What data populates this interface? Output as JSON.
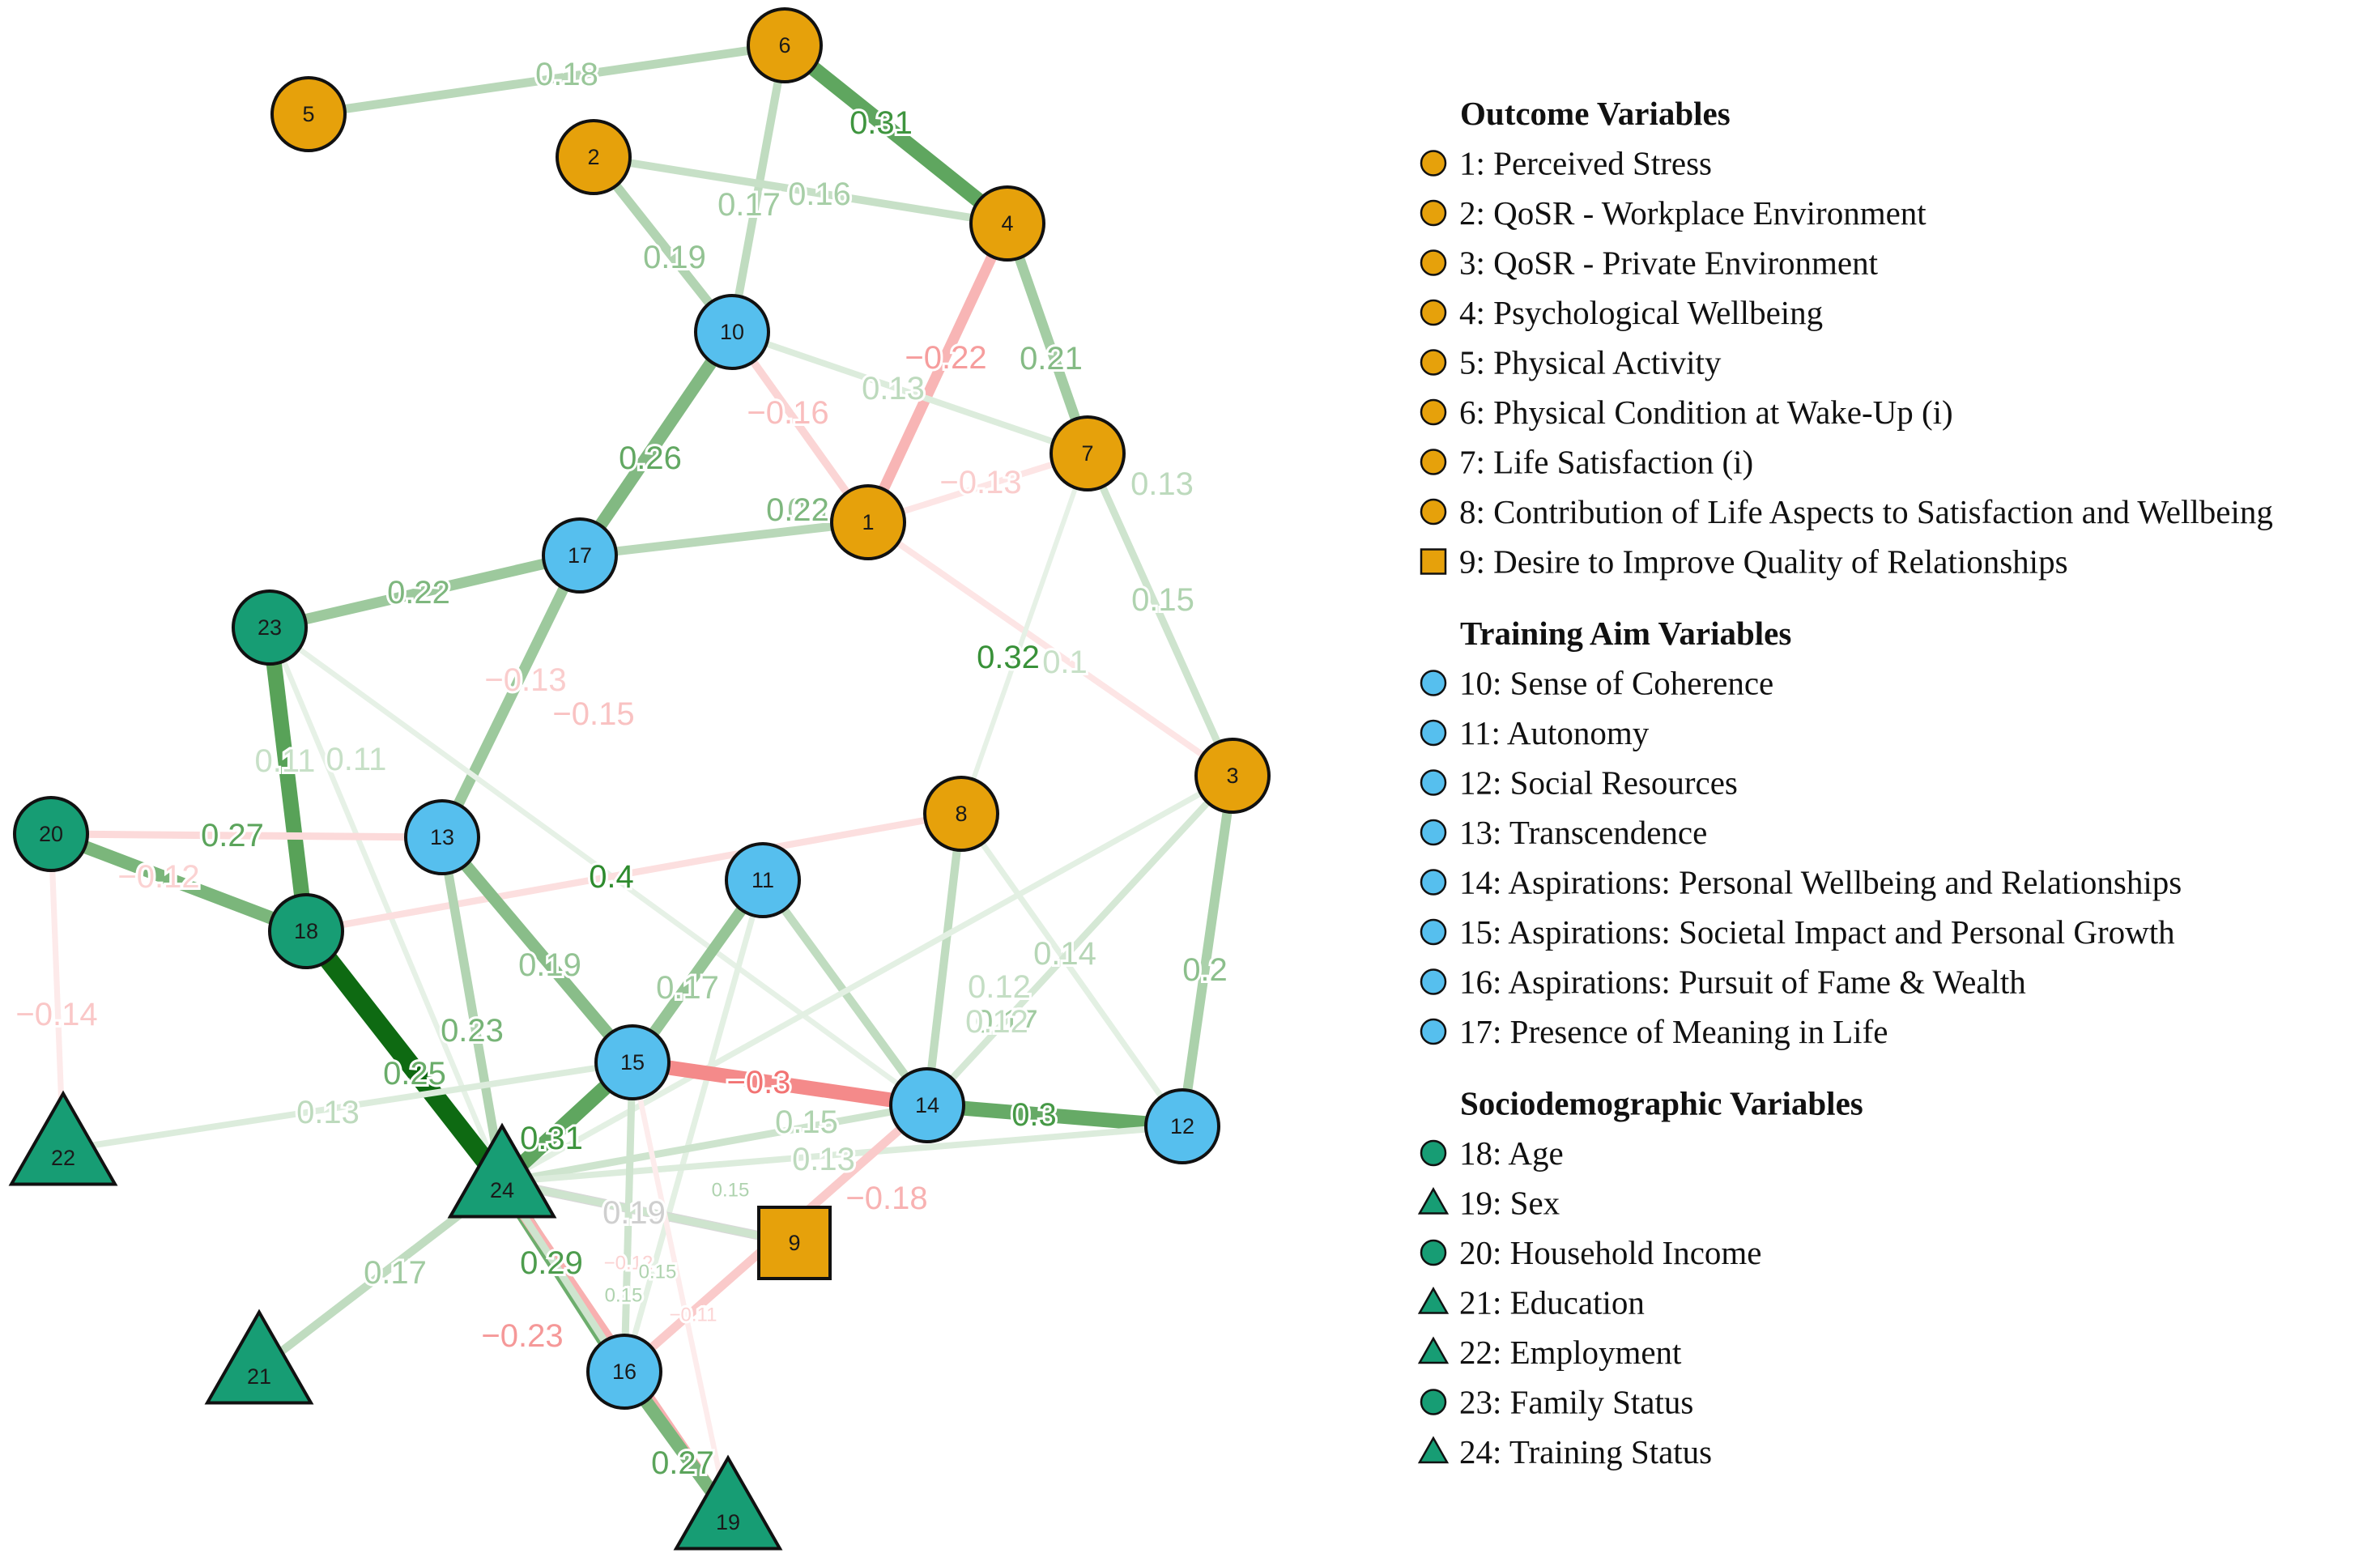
{
  "colors": {
    "outcome": "#E6A10B",
    "training": "#56BFEE",
    "socio": "#179D74",
    "positive": "#2E8B2E",
    "negative": "#F06060"
  },
  "nodes": [
    {
      "id": "1",
      "group": "outcome",
      "shape": "circle"
    },
    {
      "id": "2",
      "group": "outcome",
      "shape": "circle"
    },
    {
      "id": "3",
      "group": "outcome",
      "shape": "circle"
    },
    {
      "id": "4",
      "group": "outcome",
      "shape": "circle"
    },
    {
      "id": "5",
      "group": "outcome",
      "shape": "circle"
    },
    {
      "id": "6",
      "group": "outcome",
      "shape": "circle"
    },
    {
      "id": "7",
      "group": "outcome",
      "shape": "circle"
    },
    {
      "id": "8",
      "group": "outcome",
      "shape": "circle"
    },
    {
      "id": "9",
      "group": "outcome",
      "shape": "square"
    },
    {
      "id": "10",
      "group": "training",
      "shape": "circle"
    },
    {
      "id": "11",
      "group": "training",
      "shape": "circle"
    },
    {
      "id": "12",
      "group": "training",
      "shape": "circle"
    },
    {
      "id": "13",
      "group": "training",
      "shape": "circle"
    },
    {
      "id": "14",
      "group": "training",
      "shape": "circle"
    },
    {
      "id": "15",
      "group": "training",
      "shape": "circle"
    },
    {
      "id": "16",
      "group": "training",
      "shape": "circle"
    },
    {
      "id": "17",
      "group": "training",
      "shape": "circle"
    },
    {
      "id": "18",
      "group": "socio",
      "shape": "circle"
    },
    {
      "id": "19",
      "group": "socio",
      "shape": "triangle"
    },
    {
      "id": "20",
      "group": "socio",
      "shape": "circle"
    },
    {
      "id": "21",
      "group": "socio",
      "shape": "triangle"
    },
    {
      "id": "22",
      "group": "socio",
      "shape": "triangle"
    },
    {
      "id": "23",
      "group": "socio",
      "shape": "circle"
    },
    {
      "id": "24",
      "group": "socio",
      "shape": "triangle"
    }
  ],
  "edges": [
    {
      "from": "5",
      "to": "6",
      "weight": 0.18,
      "label": "0.18"
    },
    {
      "from": "6",
      "to": "4",
      "weight": 0.31,
      "label": "0.31"
    },
    {
      "from": "6",
      "to": "10",
      "weight": 0.17,
      "label": "0.17"
    },
    {
      "from": "2",
      "to": "4",
      "weight": 0.16,
      "label": "0.16"
    },
    {
      "from": "2",
      "to": "10",
      "weight": 0.19,
      "label": "0.19"
    },
    {
      "from": "4",
      "to": "1",
      "weight": -0.22,
      "label": "−0.22"
    },
    {
      "from": "4",
      "to": "7",
      "weight": 0.21,
      "label": "0.21"
    },
    {
      "from": "10",
      "to": "1",
      "weight": -0.16,
      "label": "−0.16"
    },
    {
      "from": "10",
      "to": "7",
      "weight": 0.13,
      "label": "0.13"
    },
    {
      "from": "10",
      "to": "17",
      "weight": 0.26,
      "label": "0.26"
    },
    {
      "from": "7",
      "to": "1",
      "weight": -0.13,
      "label": "−0.13"
    },
    {
      "from": "7",
      "to": "3",
      "weight": 0.13,
      "label": "0.13"
    },
    {
      "from": "7",
      "to": "3",
      "weight": 0.15,
      "label": "0.15"
    },
    {
      "from": "17",
      "to": "1",
      "weight": 0.18,
      "label": "0.1"
    },
    {
      "from": "17",
      "to": "23",
      "weight": 0.22,
      "label": "0.22"
    },
    {
      "from": "17",
      "to": "13",
      "weight": 0.22,
      "label": "0.22"
    },
    {
      "from": "1",
      "to": "3",
      "weight": -0.13,
      "label": "−0.13"
    },
    {
      "from": "7",
      "to": "8",
      "weight": 0.1,
      "label": "0.1"
    },
    {
      "from": "23",
      "to": "18",
      "weight": 0.32,
      "label": "0.32"
    },
    {
      "from": "23",
      "to": "24",
      "weight": 0.11,
      "label": "0.11"
    },
    {
      "from": "23",
      "to": "14",
      "weight": 0.11,
      "label": "0.11"
    },
    {
      "from": "20",
      "to": "13",
      "weight": -0.15,
      "label": "−0.15"
    },
    {
      "from": "20",
      "to": "18",
      "weight": 0.27,
      "label": "0.27"
    },
    {
      "from": "20",
      "to": "22",
      "weight": -0.12,
      "label": "−0.12"
    },
    {
      "from": "18",
      "to": "8",
      "weight": -0.14,
      "label": "−0.14"
    },
    {
      "from": "18",
      "to": "24",
      "weight": 0.4,
      "label": "0.4"
    },
    {
      "from": "13",
      "to": "15",
      "weight": 0.25,
      "label": "0.25"
    },
    {
      "from": "13",
      "to": "24",
      "weight": 0.19,
      "label": "0.19"
    },
    {
      "from": "11",
      "to": "15",
      "weight": 0.23,
      "label": "0.23"
    },
    {
      "from": "11",
      "to": "14",
      "weight": 0.17,
      "label": "0.17"
    },
    {
      "from": "11",
      "to": "16",
      "weight": 0.12,
      "label": ""
    },
    {
      "from": "8",
      "to": "14",
      "weight": 0.17,
      "label": "0.17"
    },
    {
      "from": "8",
      "to": "12",
      "weight": 0.12,
      "label": "0.12"
    },
    {
      "from": "3",
      "to": "14",
      "weight": 0.14,
      "label": "0.14"
    },
    {
      "from": "3",
      "to": "12",
      "weight": 0.2,
      "label": "0.2"
    },
    {
      "from": "3",
      "to": "24",
      "weight": 0.12,
      "label": "0.12"
    },
    {
      "from": "15",
      "to": "14",
      "weight": -0.3,
      "label": "−0.3"
    },
    {
      "from": "14",
      "to": "12",
      "weight": 0.3,
      "label": "0.3"
    },
    {
      "from": "15",
      "to": "24",
      "weight": 0.31,
      "label": "0.31"
    },
    {
      "from": "15",
      "to": "22",
      "weight": 0.13,
      "label": "0.13"
    },
    {
      "from": "14",
      "to": "24",
      "weight": 0.15,
      "label": "0.15"
    },
    {
      "from": "12",
      "to": "24",
      "weight": 0.13,
      "label": "0.13"
    },
    {
      "from": "14",
      "to": "16",
      "weight": -0.18,
      "label": "−0.18"
    },
    {
      "from": "24",
      "to": "9",
      "weight": 0.19,
      "label": "0.19",
      "neutral": true
    },
    {
      "from": "24",
      "to": "9",
      "weight": 0.15,
      "label": "0.15"
    },
    {
      "from": "24",
      "to": "16",
      "weight": 0.29,
      "label": "0.29"
    },
    {
      "from": "24",
      "to": "19",
      "weight": -0.23,
      "label": "−0.23"
    },
    {
      "from": "24",
      "to": "21",
      "weight": 0.17,
      "label": "0.17"
    },
    {
      "from": "16",
      "to": "19",
      "weight": 0.27,
      "label": "0.27"
    },
    {
      "from": "15",
      "to": "16",
      "weight": -0.12,
      "label": "−0.12"
    },
    {
      "from": "15",
      "to": "19",
      "weight": -0.11,
      "label": "−0.11"
    },
    {
      "from": "15",
      "to": "16",
      "weight": 0.15,
      "label": "0.15"
    },
    {
      "from": "24",
      "to": "16",
      "weight": 0.15,
      "label": "0.15"
    }
  ],
  "legend": {
    "sections": [
      {
        "heading": "Outcome Variables",
        "group": "outcome",
        "items": [
          {
            "shape": "circle",
            "text": "1: Perceived Stress"
          },
          {
            "shape": "circle",
            "text": "2: QoSR - Workplace Environment"
          },
          {
            "shape": "circle",
            "text": "3: QoSR - Private Environment"
          },
          {
            "shape": "circle",
            "text": "4: Psychological Wellbeing"
          },
          {
            "shape": "circle",
            "text": "5: Physical Activity"
          },
          {
            "shape": "circle",
            "text": "6: Physical Condition at Wake-Up (i)"
          },
          {
            "shape": "circle",
            "text": "7: Life Satisfaction (i)"
          },
          {
            "shape": "circle",
            "text": "8: Contribution of Life Aspects to Satisfaction and Wellbeing"
          },
          {
            "shape": "square",
            "text": "9: Desire to Improve Quality of Relationships"
          }
        ]
      },
      {
        "heading": "Training Aim Variables",
        "group": "training",
        "items": [
          {
            "shape": "circle",
            "text": "10: Sense of Coherence"
          },
          {
            "shape": "circle",
            "text": "11: Autonomy"
          },
          {
            "shape": "circle",
            "text": "12: Social Resources"
          },
          {
            "shape": "circle",
            "text": "13: Transcendence"
          },
          {
            "shape": "circle",
            "text": "14: Aspirations: Personal Wellbeing and Relationships"
          },
          {
            "shape": "circle",
            "text": "15: Aspirations: Societal Impact and Personal Growth"
          },
          {
            "shape": "circle",
            "text": "16: Aspirations: Pursuit of Fame & Wealth"
          },
          {
            "shape": "circle",
            "text": "17: Presence of Meaning in Life"
          }
        ]
      },
      {
        "heading": "Sociodemographic Variables",
        "group": "socio",
        "items": [
          {
            "shape": "circle",
            "text": "18: Age"
          },
          {
            "shape": "triangle",
            "text": "19: Sex"
          },
          {
            "shape": "circle",
            "text": "20: Household Income"
          },
          {
            "shape": "triangle",
            "text": "21: Education"
          },
          {
            "shape": "triangle",
            "text": "22: Employment"
          },
          {
            "shape": "circle",
            "text": "23: Family Status"
          },
          {
            "shape": "triangle",
            "text": "24: Training Status"
          }
        ]
      }
    ]
  }
}
